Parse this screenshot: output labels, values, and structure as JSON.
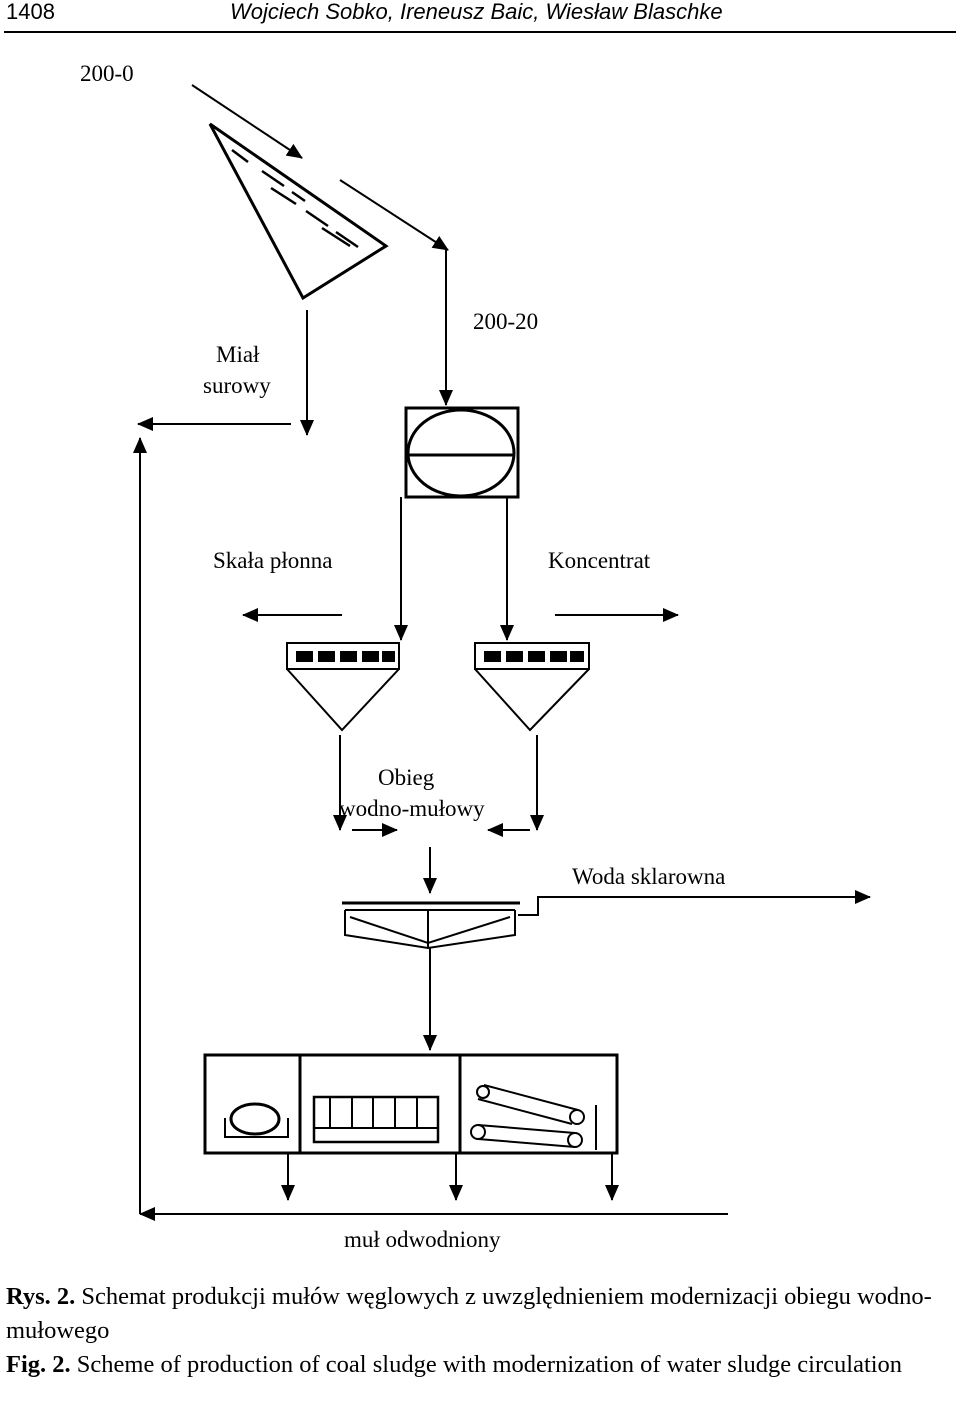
{
  "header": {
    "page_number": "1408",
    "authors": "Wojciech Sobko, Ireneusz Baic, Wiesław Blaschke"
  },
  "figure": {
    "labels": {
      "feed_size": "200-0",
      "raw_coal_line1": "Miał",
      "raw_coal_line2": "surowy",
      "oversize": "200-20",
      "waste_rock": "Skała płonna",
      "concentrate": "Koncentrat",
      "circuit_line1": "Obieg",
      "circuit_line2": "wodno-mułowy",
      "clarified_water": "Woda sklarowna",
      "dewatered_sludge": "muł odwodniony"
    }
  },
  "caption": {
    "pl_prefix": "Rys. 2.",
    "pl_text": "Schemat produkcji mułów węglowych z uwzględnieniem modernizacji obiegu wodno-mułowego",
    "en_prefix": "Fig. 2.",
    "en_text": "Scheme of production of coal sludge with modernization of water sludge circulation"
  }
}
